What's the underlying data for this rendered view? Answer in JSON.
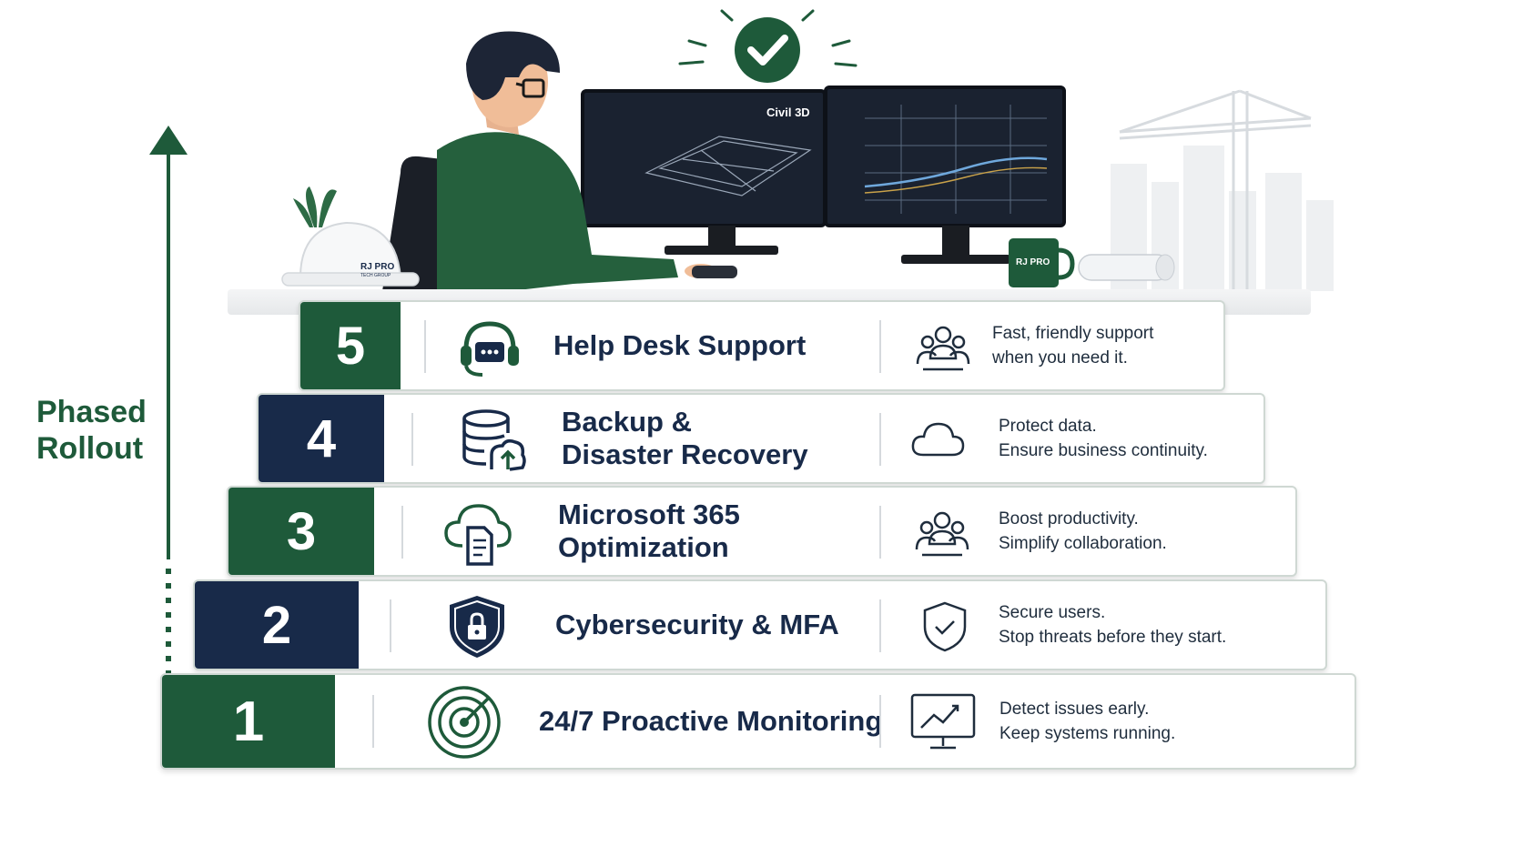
{
  "rollout": {
    "label_line1": "Phased",
    "label_line2": "Rollout"
  },
  "scene": {
    "monitor_label": "Civil 3D",
    "brand": "RJ PRO",
    "brand_sub": "TECH GROUP"
  },
  "colors": {
    "green": "#1e5a3a",
    "navy": "#182a49",
    "text": "#182a49"
  },
  "steps": [
    {
      "number": "5",
      "title": "Help Desk Support",
      "icon": "headset-chat-icon",
      "benefit_icon": "users-group-icon",
      "desc_line1": "Fast, friendly support",
      "desc_line2": "when you need it."
    },
    {
      "number": "4",
      "title": "Backup &\nDisaster Recovery",
      "icon": "database-cloud-upload-icon",
      "benefit_icon": "cloud-icon",
      "desc_line1": "Protect data.",
      "desc_line2": "Ensure business continuity."
    },
    {
      "number": "3",
      "title": "Microsoft 365\nOptimization",
      "icon": "cloud-document-icon",
      "benefit_icon": "users-group-icon",
      "desc_line1": "Boost productivity.",
      "desc_line2": "Simplify collaboration."
    },
    {
      "number": "2",
      "title": "Cybersecurity & MFA",
      "icon": "shield-lock-icon",
      "benefit_icon": "shield-check-icon",
      "desc_line1": "Secure users.",
      "desc_line2": "Stop threats before they start."
    },
    {
      "number": "1",
      "title": "24/7 Proactive Monitoring",
      "icon": "radar-icon",
      "benefit_icon": "monitor-chart-icon",
      "desc_line1": "Detect issues early.",
      "desc_line2": "Keep systems running."
    }
  ]
}
